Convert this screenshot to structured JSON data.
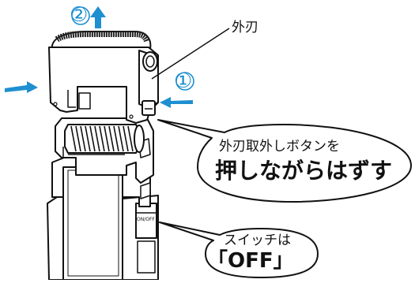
{
  "callouts": {
    "outer_blade": "外刃",
    "release_line1": "外刃取外しボタンを",
    "release_line2": "押しながらはずす",
    "switch_line1": "スイッチは",
    "switch_line2": "「OFF」"
  },
  "steps": {
    "lift": "②",
    "press": "①"
  },
  "device": {
    "switch_label": "ON/OFF"
  },
  "colors": {
    "accent": "#1e8fd0",
    "line": "#111111",
    "fill": "#ffffff"
  }
}
